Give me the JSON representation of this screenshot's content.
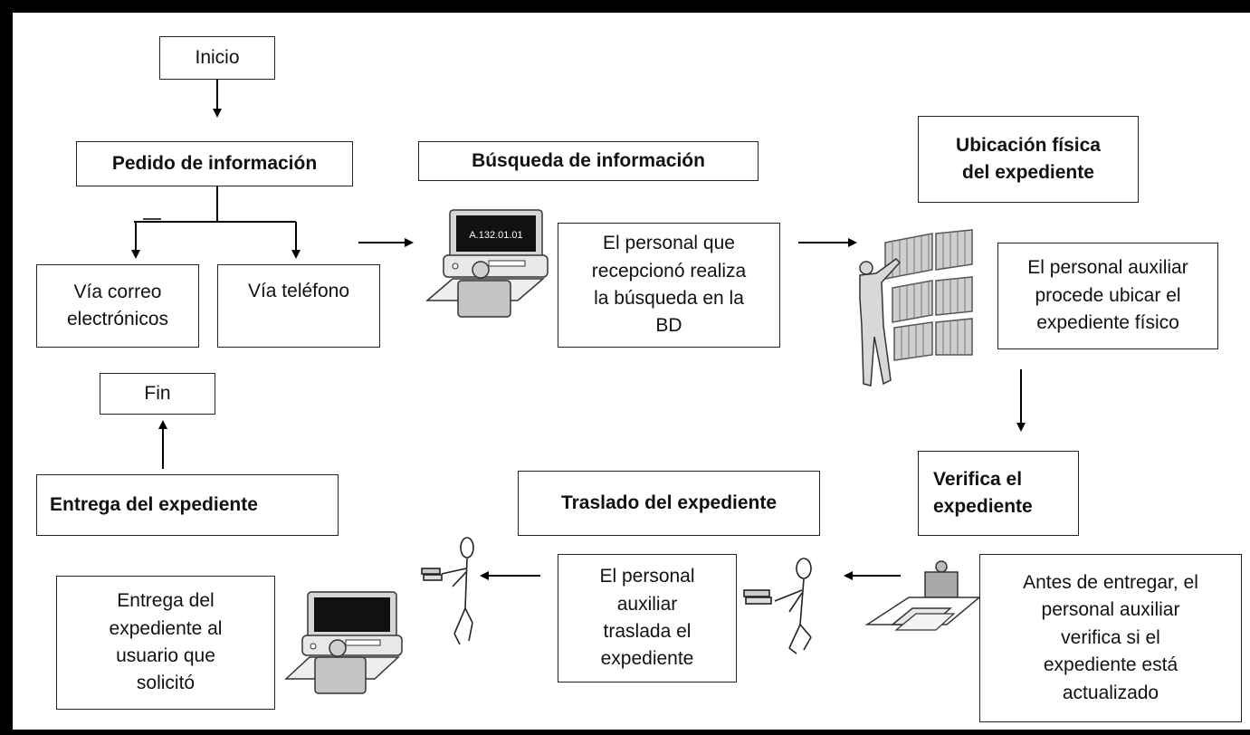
{
  "nodes": {
    "inicio": "Inicio",
    "pedido": "Pedido de información",
    "via_correo": [
      "Vía correo",
      "electrónicos"
    ],
    "via_telefono": "Vía teléfono",
    "fin": "Fin",
    "entrega_title": "Entrega del expediente",
    "busqueda_title": "Búsqueda de información",
    "busqueda_desc": [
      "El personal que",
      "recepcionó realiza",
      "la búsqueda en la",
      "BD"
    ],
    "ubicacion_title": [
      "Ubicación  física",
      "del expediente"
    ],
    "ubicacion_desc": [
      "El personal auxiliar",
      "procede ubicar el",
      "expediente físico"
    ],
    "verifica_title": [
      "Verifica el",
      "expediente"
    ],
    "verifica_desc": [
      "Antes de entregar, el",
      "personal auxiliar",
      "verifica si el",
      "expediente está",
      "actualizado"
    ],
    "traslado_title": "Traslado del expediente",
    "traslado_desc": [
      "El personal",
      "auxiliar",
      "traslada el",
      "expediente"
    ],
    "entrega_desc": [
      "Entrega del",
      "expediente al",
      "usuario que",
      "solicitó"
    ]
  },
  "screen_text": "A.132.01.01",
  "colors": {
    "line": "#000000",
    "box_border": "#222222",
    "figure_gray": "#9a9a9a",
    "screen": "#111111"
  }
}
